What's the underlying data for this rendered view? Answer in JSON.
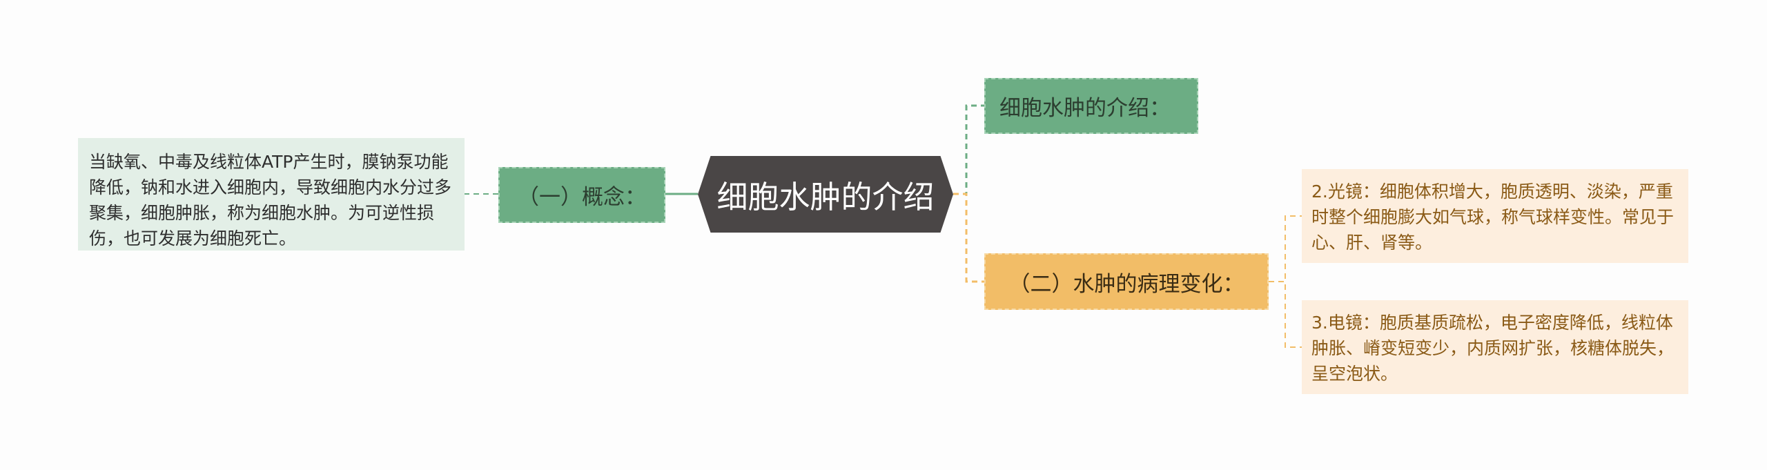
{
  "central": {
    "label": "细胞水肿的介绍"
  },
  "branches": {
    "intro": {
      "label": "细胞水肿的介绍："
    },
    "concept": {
      "label": "（一）概念：",
      "detail": "当缺氧、中毒及线粒体ATP产生时，膜钠泵功能降低，钠和水进入细胞内，导致细胞内水分过多聚集，细胞肿胀，称为细胞水肿。为可逆性损伤，也可发展为细胞死亡。"
    },
    "pathology": {
      "label": "（二）水肿的病理变化：",
      "items": [
        "2.光镜：细胞体积增大，胞质透明、淡染，严重时整个细胞膨大如气球，称气球样变性。常见于心、肝、肾等。",
        "3.电镜：胞质基质疏松，电子密度降低，线粒体肿胀、嵴变短变少，内质网扩张，核糖体脱失，呈空泡状。"
      ]
    }
  },
  "colors": {
    "central": "#4a4646",
    "green_topic": "#6cad84",
    "green_leaf": "#e3efe7",
    "orange_topic": "#f2bd67",
    "orange_leaf": "#fdeede",
    "green_line": "#6cad84",
    "orange_line": "#f2bd67"
  }
}
